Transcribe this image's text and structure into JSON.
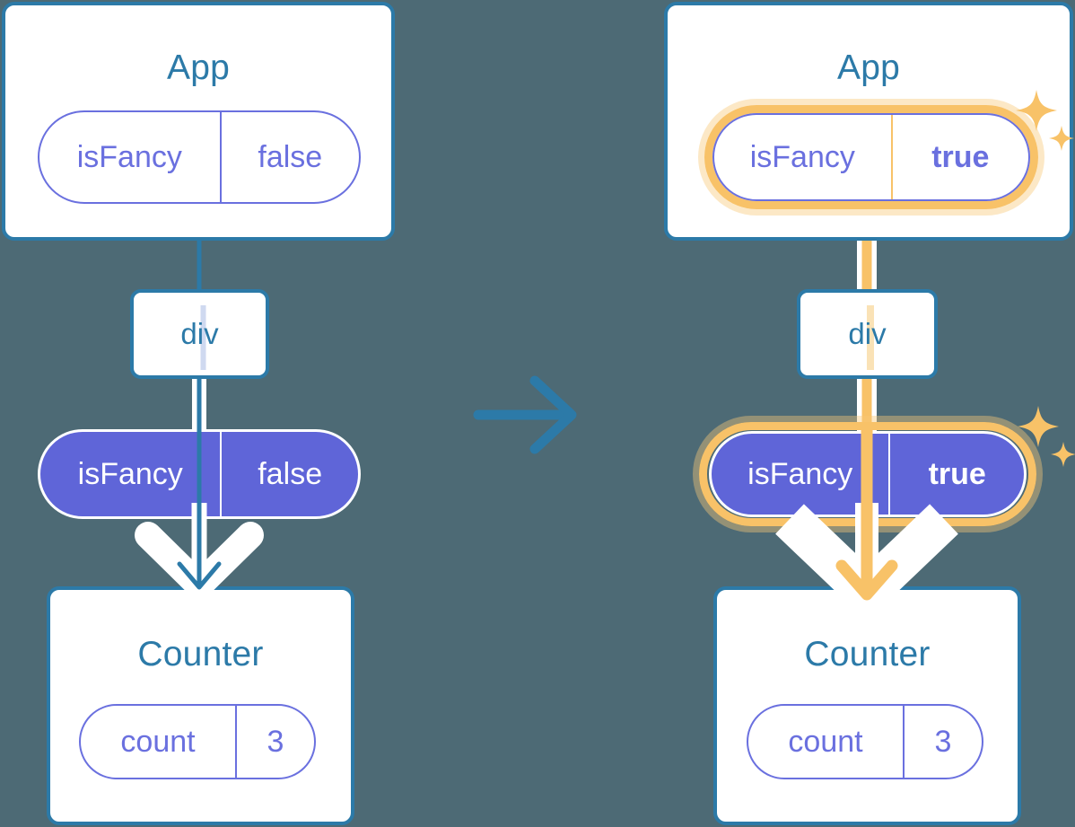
{
  "theme": {
    "background": "#4d6a75",
    "box_border": "#2c7aa8",
    "title_text": "#2c7aa8",
    "pill_outline": "#6a70df",
    "pill_filled": "#5f65d8",
    "highlight": "#f8c268",
    "highlight_glow": "#fae2b6",
    "white": "#ffffff"
  },
  "diagram": {
    "type": "react-state-propagation",
    "transition_arrow": "arrow-right"
  },
  "before": {
    "app": {
      "title": "App",
      "state_pill": {
        "key": "isFancy",
        "value": "false",
        "style": "outline",
        "highlighted": false
      }
    },
    "div": {
      "label": "div"
    },
    "prop_pill": {
      "key": "isFancy",
      "value": "false",
      "style": "filled",
      "highlighted": false
    },
    "counter": {
      "title": "Counter",
      "state_pill": {
        "key": "count",
        "value": "3",
        "style": "outline",
        "highlighted": false
      }
    },
    "connector_color": "#2c7aa8",
    "arrow_color": "#2c7aa8"
  },
  "after": {
    "app": {
      "title": "App",
      "state_pill": {
        "key": "isFancy",
        "value": "true",
        "style": "outline",
        "highlighted": true
      }
    },
    "div": {
      "label": "div"
    },
    "prop_pill": {
      "key": "isFancy",
      "value": "true",
      "style": "filled",
      "highlighted": true
    },
    "counter": {
      "title": "Counter",
      "state_pill": {
        "key": "count",
        "value": "3",
        "style": "outline",
        "highlighted": false
      }
    },
    "connector_color": "#f8c268",
    "arrow_color": "#f8c268"
  }
}
